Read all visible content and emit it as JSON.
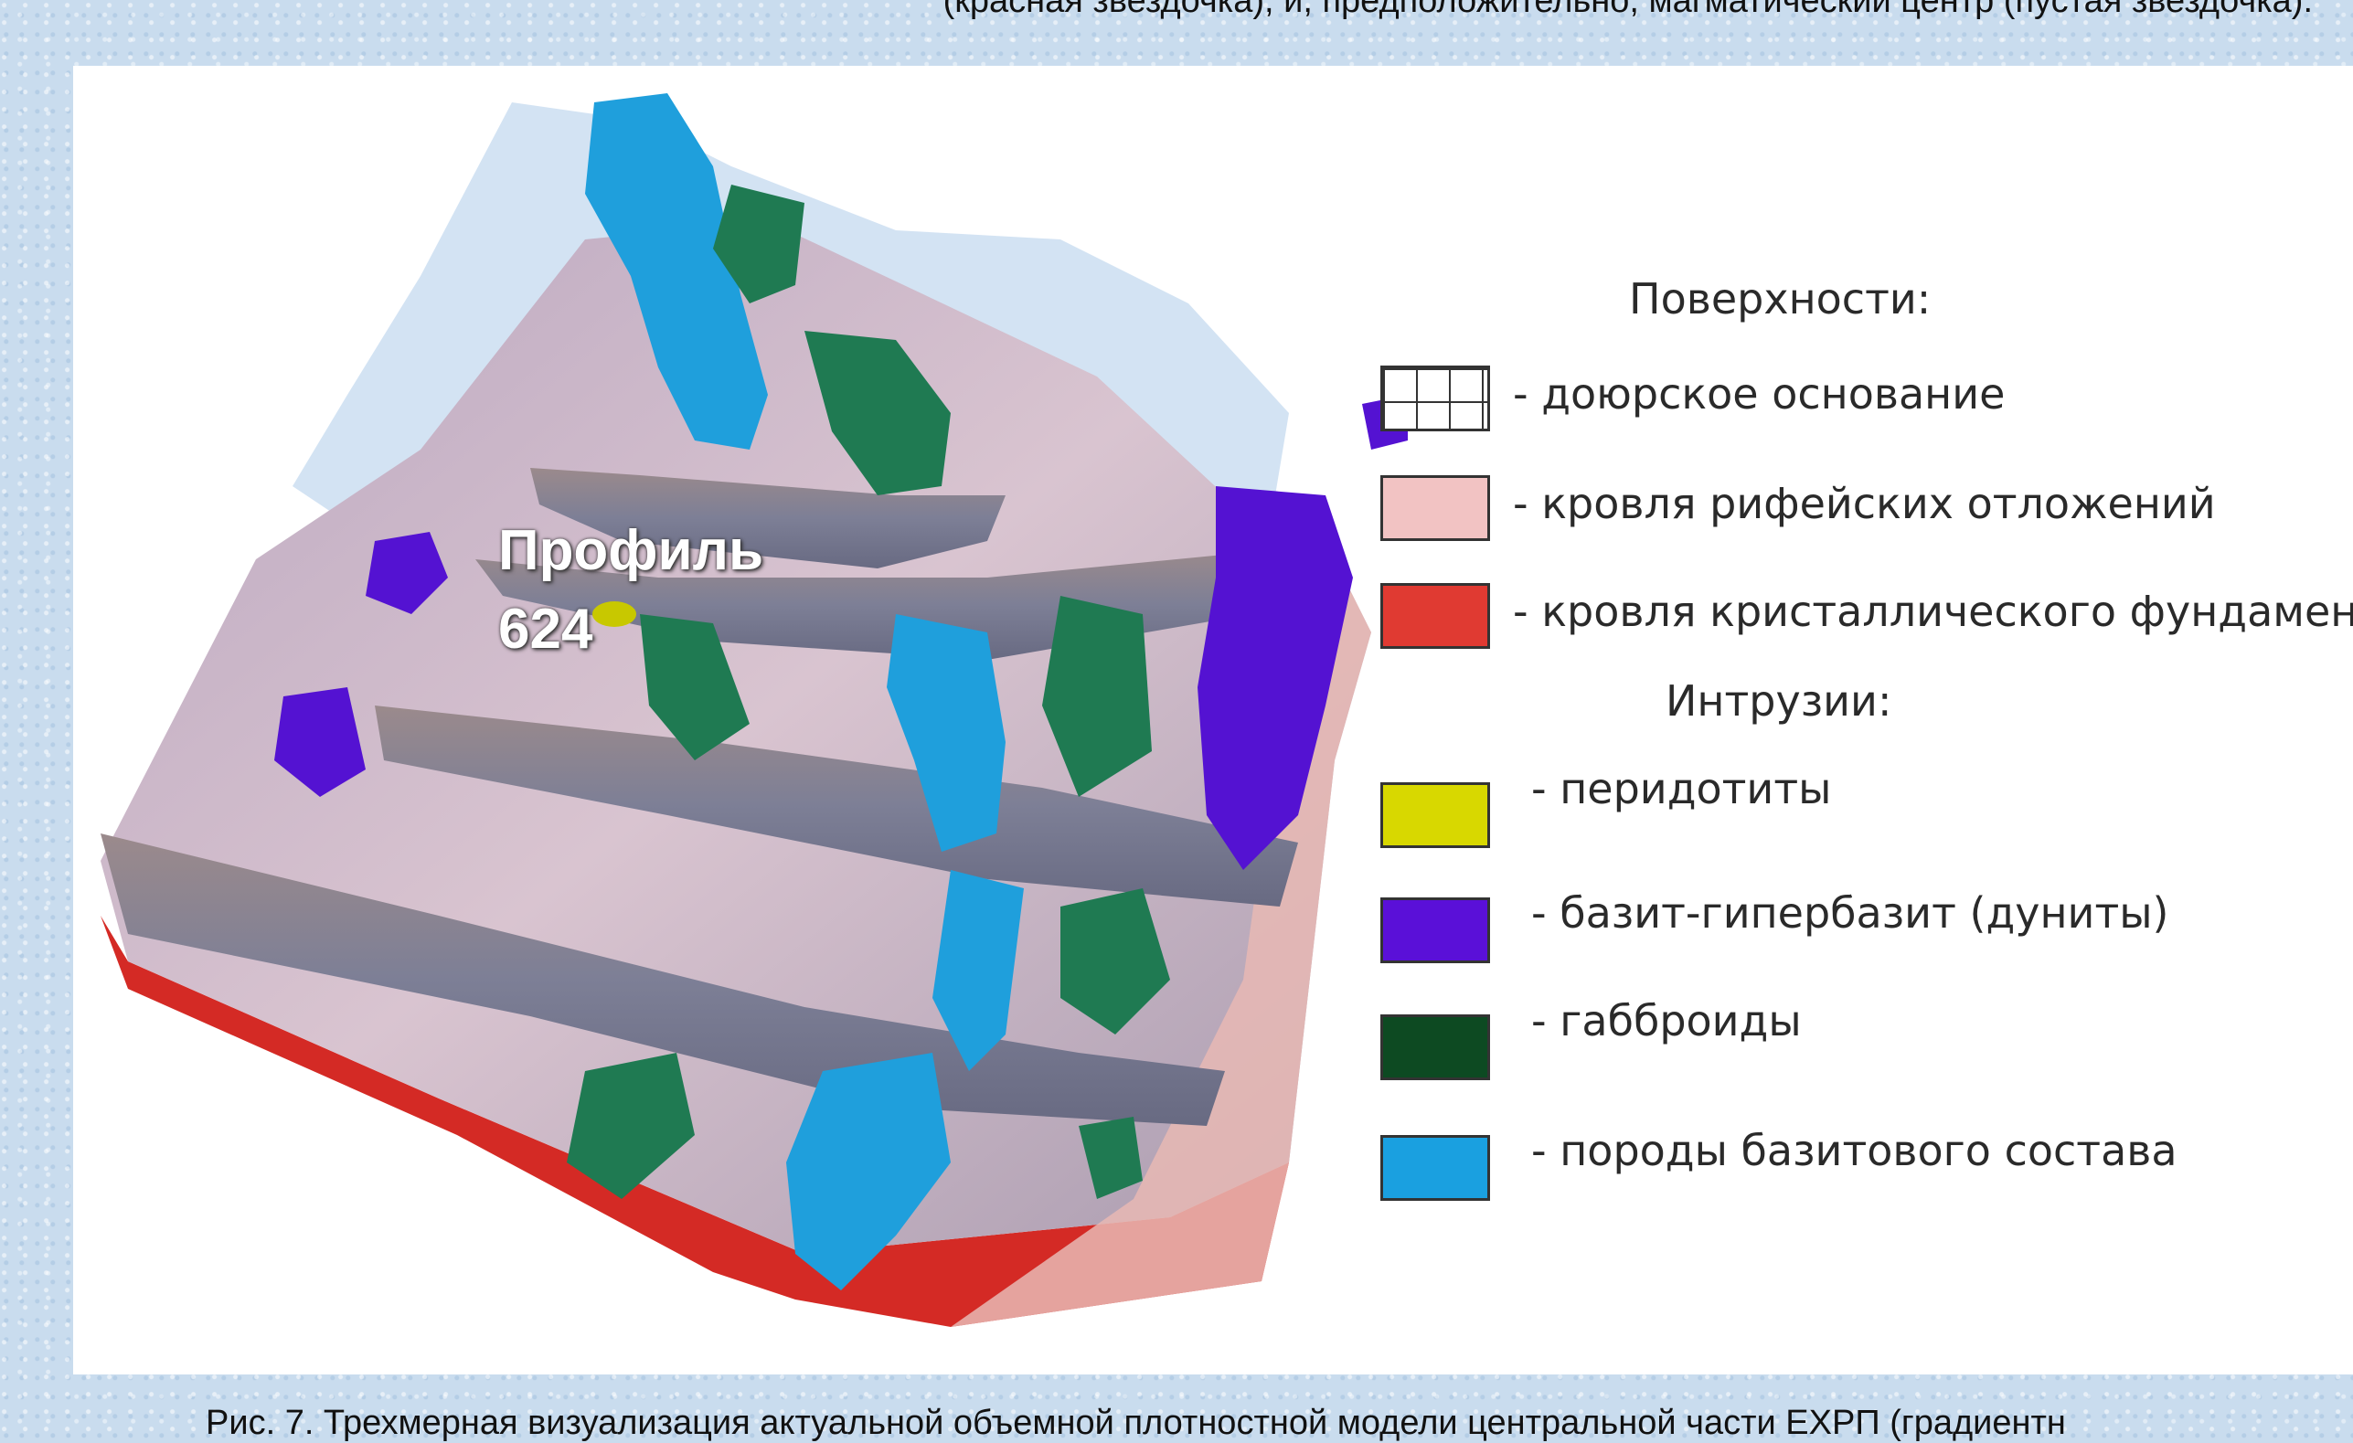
{
  "caption_top": "(красная звездочка), и, предположительно, магматический центр (пустая звездочка).",
  "caption_bottom": "Рис. 7. Трехмерная  визуализация актуальной  объемной плотностной модели центральной части ЕХРП (градиентн",
  "profile_label": {
    "line1": "Профиль",
    "line2": "624"
  },
  "legend": {
    "surfaces_heading": "Поверхности:",
    "surfaces": [
      {
        "label": "- доюрское основание",
        "color": "#ffffff",
        "pattern": "grid"
      },
      {
        "label": "- кровля рифейских отложений",
        "color": "#f2c3c3"
      },
      {
        "label": "- кровля кристаллического фундамен",
        "color": "#e03a32"
      }
    ],
    "intrusions_heading": "Интрузии:",
    "intrusions": [
      {
        "label": "- перидотиты",
        "color": "#d8d800"
      },
      {
        "label": "- базит-гипербазит   (дуниты)",
        "color": "#5a10d8"
      },
      {
        "label": "- габброиды",
        "color": "#0d4a22"
      },
      {
        "label": "- породы базитового состава",
        "color": "#1aa0e0"
      }
    ]
  }
}
